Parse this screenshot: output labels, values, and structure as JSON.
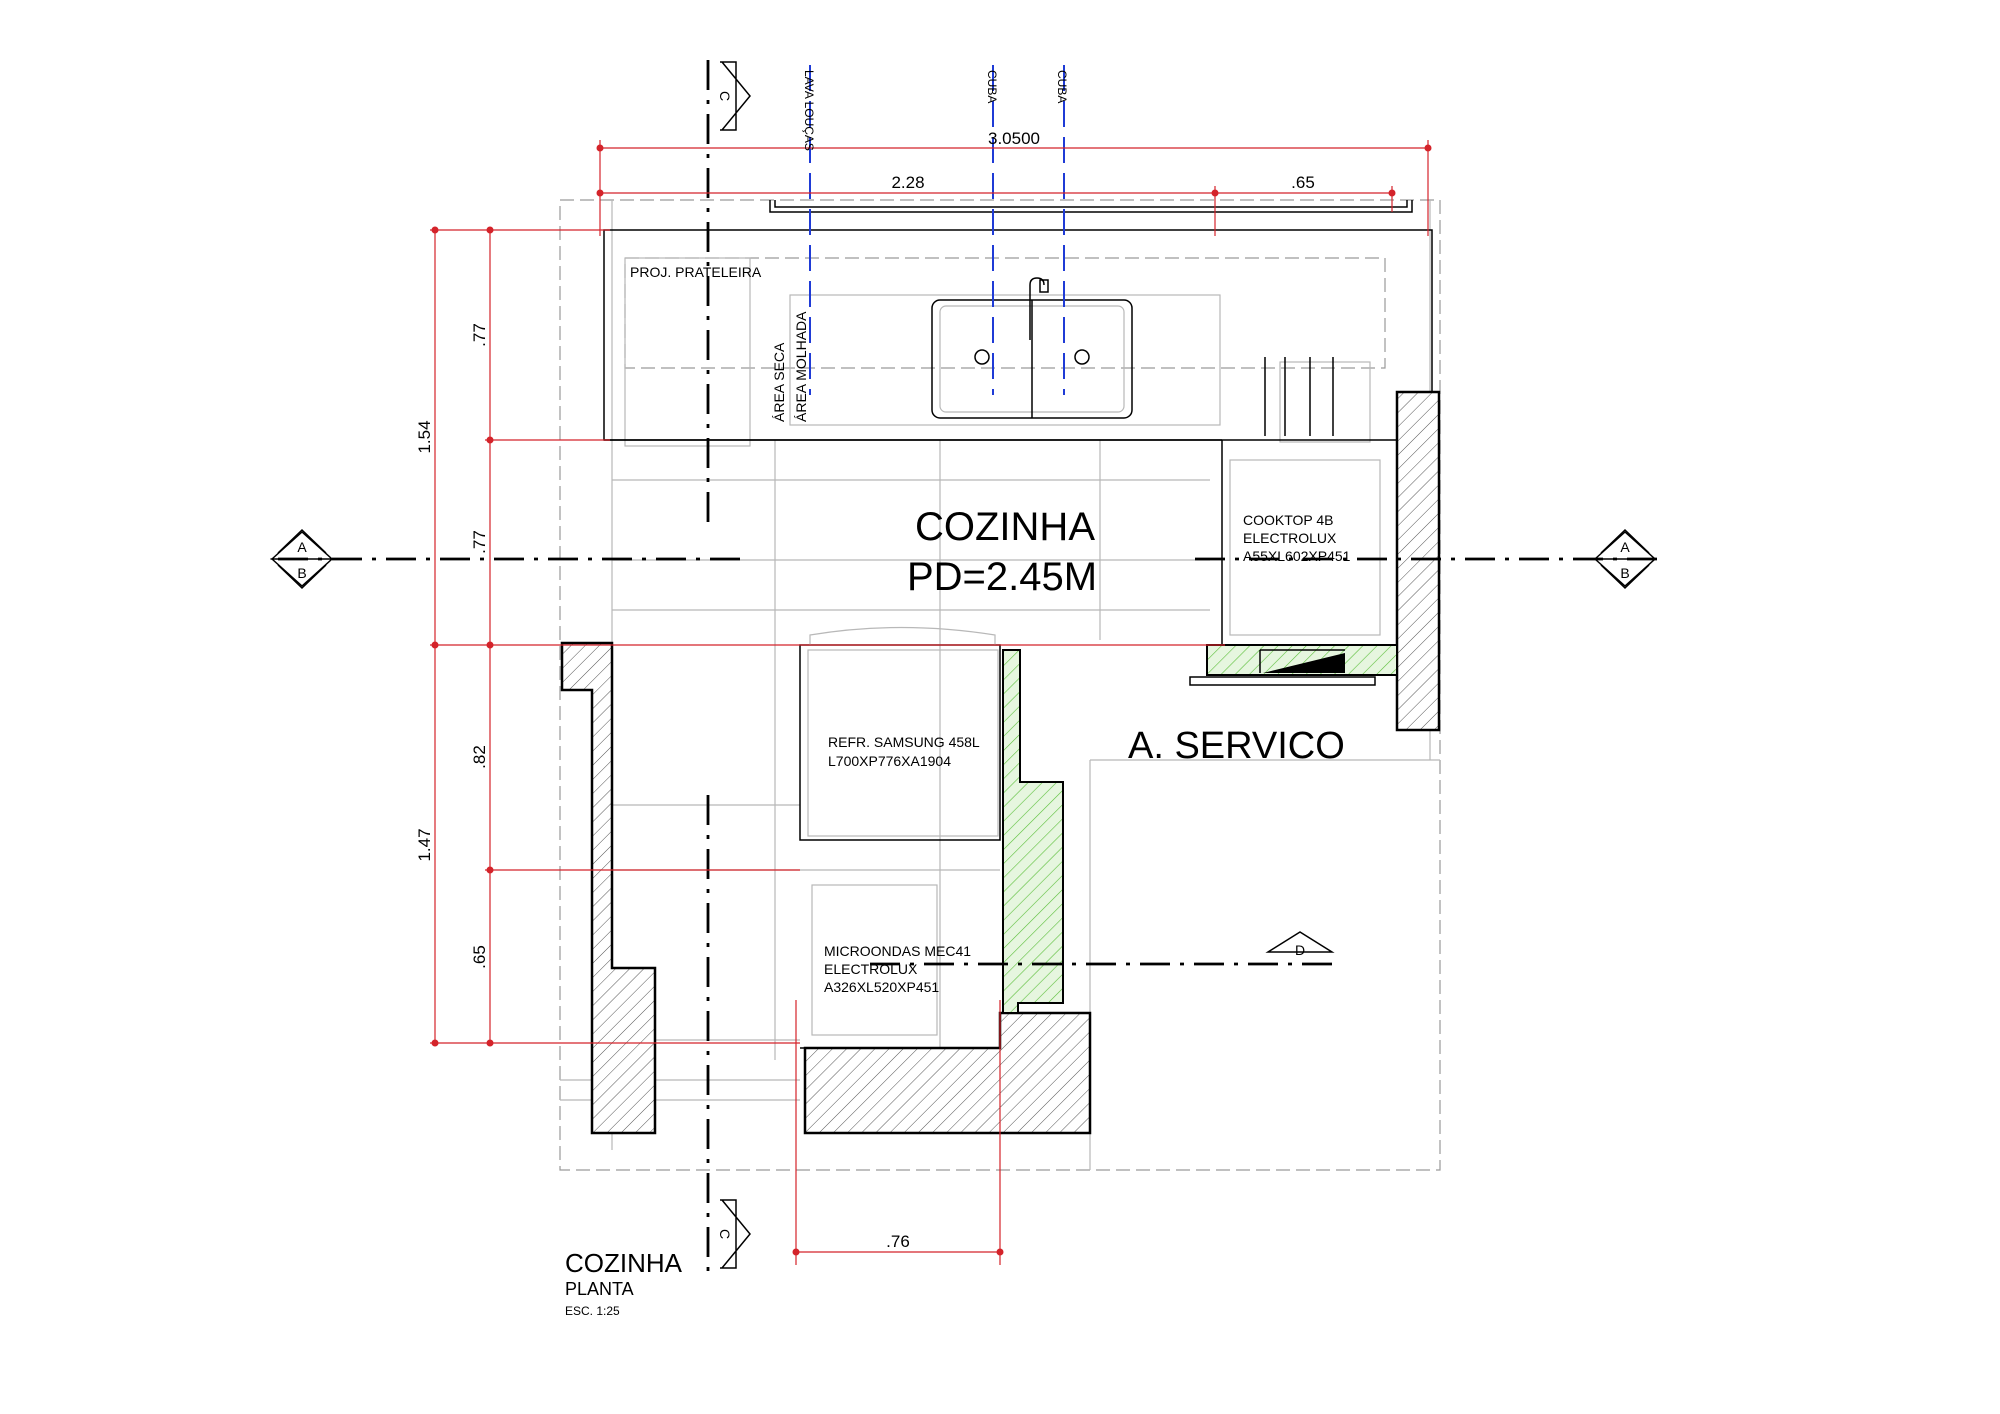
{
  "labels": {
    "room_name": "COZINHA",
    "ceiling_height": "PD=2.45M",
    "service_area": "A. SERVICO",
    "shelf_projection": "PROJ. PRATELEIRA",
    "dry_area": "ÁREA SECA",
    "wet_area": "ÁREA MOLHADA",
    "dishwasher": "LAVA LOUÇAS",
    "sink_1": "CUBA",
    "sink_2": "CUBA",
    "cooktop_line1": "COOKTOP 4B",
    "cooktop_line2": "ELECTROLUX",
    "cooktop_line3": "A55XL602XP451",
    "fridge_line1": "REFR. SAMSUNG 458L",
    "fridge_line2": "L700XP776XA1904",
    "microwave_line1": "MICROONDAS MEC41",
    "microwave_line2": "ELECTROLUX",
    "microwave_line3": "A326XL520XP451"
  },
  "dimensions": {
    "total_width": "3.0500",
    "width_left": "2.28",
    "width_right": ".65",
    "height_upper_total": "1.54",
    "height_upper_1": ".77",
    "height_upper_2": ".77",
    "height_lower_total": "1.47",
    "height_lower_1": ".82",
    "height_lower_2": ".65",
    "bottom_width": ".76"
  },
  "section_markers": {
    "a_left": "A",
    "b_left": "B",
    "a_right": "A",
    "b_right": "B",
    "c_top": "C",
    "c_bottom": "C",
    "d": "D"
  },
  "title_block": {
    "title": "COZINHA",
    "subtitle": "PLANTA",
    "scale": "ESC. 1:25"
  },
  "colors": {
    "dimension_lines": "#d4232a",
    "plumbing_axes": "#1f3bd6",
    "wall_hatch": "#000000",
    "new_wall_hatch": "#5bbf3a"
  }
}
